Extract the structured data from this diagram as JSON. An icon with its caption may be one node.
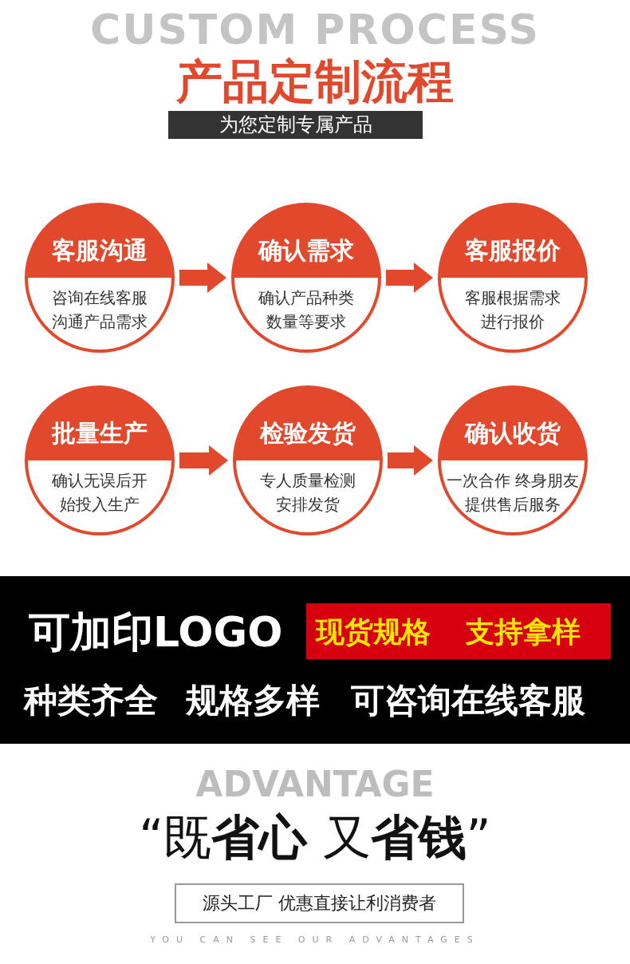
{
  "diagram": {
    "title": "产品定制流程",
    "nodes": [
      {
        "text": [
          "客服沟通",
          "咨询在线客服沟通产品需求"
        ]
      },
      {
        "text": [
          "确认需求",
          "确认产品种类数量等要求"
        ]
      },
      {
        "text": [
          "客服报价",
          "客服根据需求进行报价"
        ]
      },
      {
        "text": [
          "批量生产",
          "确认无误后开始投入生产"
        ]
      },
      {
        "text": [
          "检验发货",
          "专人质量检测安排发货"
        ]
      },
      {
        "text": [
          "确认收货",
          "一次合作 终身朋友提供售后服务"
        ]
      }
    ],
    "edges": [
      {
        "from": 0,
        "to": 1,
        "arrow": "to"
      },
      {
        "from": 1,
        "to": 2,
        "arrow": "to"
      },
      {
        "from": 3,
        "to": 4,
        "arrow": "to"
      },
      {
        "from": 4,
        "to": 5,
        "arrow": "to"
      }
    ],
    "labels": [
      "CUSTOM PROCESS",
      "为您定制专属产品",
      "可加印LOGO",
      "现货规格",
      "支持拿样",
      "种类齐全",
      "规格多样",
      "可咨询在线客服",
      "ADVANTAGE",
      "“既**省心** 又**省钱**”",
      "源头工厂  优惠直接让利消费者",
      "YOU CAN SEE OUR ADVANTAGES"
    ]
  }
}
